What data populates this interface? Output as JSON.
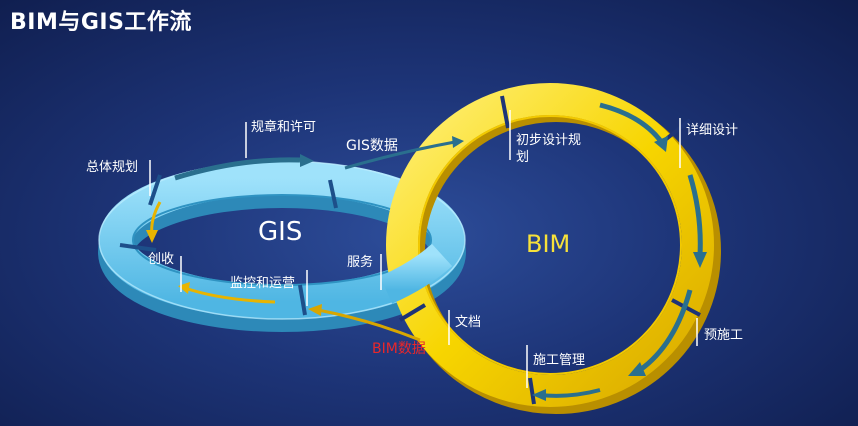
{
  "title": "BIM与GIS工作流",
  "gis": {
    "label": "GIS",
    "steps": {
      "regulation": "规章和许可",
      "planning": "总体规划",
      "creation": "创收",
      "monitoring": "监控和运营",
      "service": "服务"
    },
    "data_flow": "GIS数据"
  },
  "bim": {
    "label": "BIM",
    "steps": {
      "preliminary": "初步设计规",
      "preliminary_cont": "划",
      "detailed": "详细设计",
      "precon": "预施工",
      "construction": "施工管理",
      "document": "文档"
    },
    "data_flow": "BIM数据"
  },
  "colors": {
    "gis_ring": "#5fc3ea",
    "bim_ring": "#f5d400",
    "bim_data_label": "#e8272b",
    "bim_label": "#f7e13a",
    "arrow": "#2a6f8e"
  }
}
